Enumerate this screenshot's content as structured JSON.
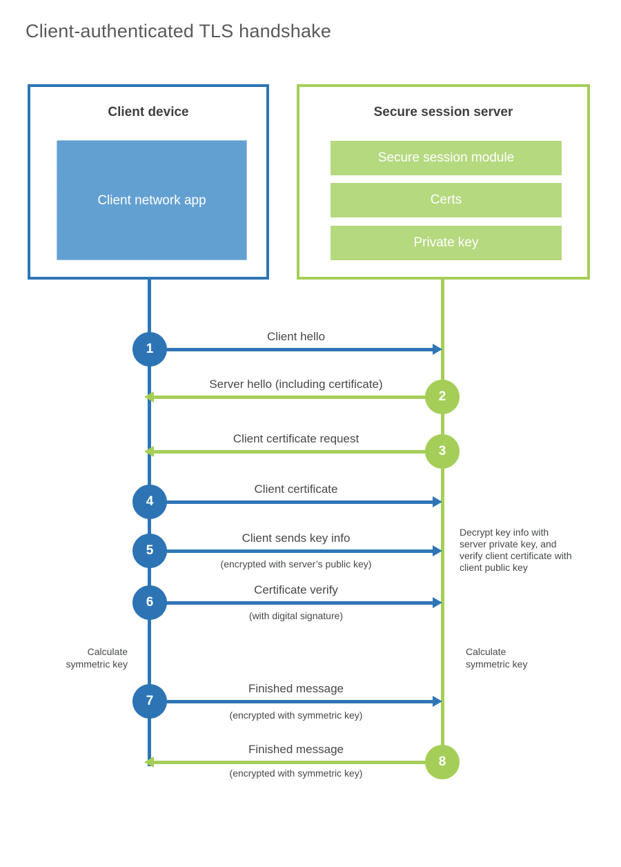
{
  "title": "Client-authenticated TLS handshake",
  "colors": {
    "blue_accent": "#2e75b6",
    "blue_fill": "#63a0d2",
    "green_accent": "#a5ce58",
    "green_fill": "#b5d97f",
    "text_dark": "#45474a",
    "title_gray": "#58595b"
  },
  "client": {
    "title": "Client device",
    "app_label": "Client network app"
  },
  "server": {
    "title": "Secure session server",
    "modules": [
      "Secure session module",
      "Certs",
      "Private key"
    ]
  },
  "messages": [
    {
      "num": "1",
      "label": "Client hello",
      "from": "client",
      "to": "server"
    },
    {
      "num": "2",
      "label": "Server hello (including certificate)",
      "from": "server",
      "to": "client"
    },
    {
      "num": "3",
      "label": "Client certificate request",
      "from": "server",
      "to": "client"
    },
    {
      "num": "4",
      "label": "Client certificate",
      "from": "client",
      "to": "server"
    },
    {
      "num": "5",
      "label": "Client sends key info",
      "sub": "(encrypted with server’s public key)",
      "from": "client",
      "to": "server"
    },
    {
      "num": "6",
      "label": "Certificate verify",
      "sub": "(with digital signature)",
      "from": "client",
      "to": "server"
    },
    {
      "num": "7",
      "label": "Finished message",
      "sub": "(encrypted with symmetric key)",
      "from": "client",
      "to": "server"
    },
    {
      "num": "8",
      "label": "Finished message",
      "sub": "(encrypted with symmetric key)",
      "from": "server",
      "to": "client"
    }
  ],
  "annotations": {
    "decrypt_note": "Decrypt key info with server private key, and verify client certificate with client public key",
    "calc_symmetric_left": "Calculate symmetric key",
    "calc_symmetric_right": "Calculate symmetric key"
  }
}
